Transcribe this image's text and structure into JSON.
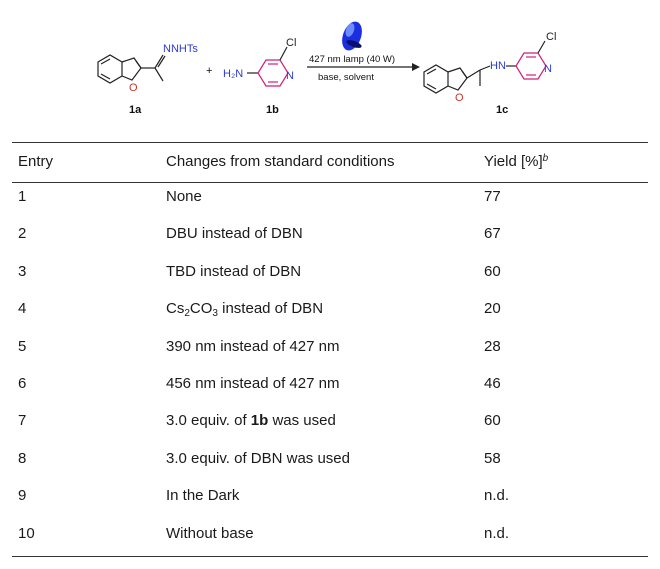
{
  "scheme": {
    "compound_a_label": "1a",
    "compound_b_label": "1b",
    "product_label": "1c",
    "hydrazone_group": "NNHTs",
    "amine_group": "H₂N",
    "chloro": "Cl",
    "ring_n": "N",
    "product_nh": "HN",
    "plus": "+",
    "condition_top": "427 nm lamp (40 W)",
    "condition_bottom": "base,  solvent",
    "lamp_icon": "blue-lamp-icon"
  },
  "table": {
    "headers": {
      "entry": "Entry",
      "changes": "Changes from standard conditions",
      "yield": "Yield [%]",
      "yield_footnote": "b"
    },
    "rows": [
      {
        "entry": "1",
        "changes": "None",
        "yield": "77"
      },
      {
        "entry": "2",
        "changes": "DBU instead of DBN",
        "yield": "67"
      },
      {
        "entry": "3",
        "changes": "TBD instead of DBN",
        "yield": "60"
      },
      {
        "entry": "4",
        "changes_parts": [
          "Cs",
          "2",
          "CO",
          "3",
          " instead of DBN"
        ],
        "yield": "20"
      },
      {
        "entry": "5",
        "changes": "390 nm instead of 427 nm",
        "yield": "28"
      },
      {
        "entry": "6",
        "changes": "456 nm instead of 427 nm",
        "yield": "46"
      },
      {
        "entry": "7",
        "changes_parts": [
          "3.0 equiv. of ",
          "1b",
          " was used"
        ],
        "yield": "60"
      },
      {
        "entry": "8",
        "changes": "3.0 equiv. of DBN was used",
        "yield": "58"
      },
      {
        "entry": "9",
        "changes": "In the Dark",
        "yield": "n.d."
      },
      {
        "entry": "10",
        "changes": "Without base",
        "yield": "n.d."
      }
    ]
  }
}
